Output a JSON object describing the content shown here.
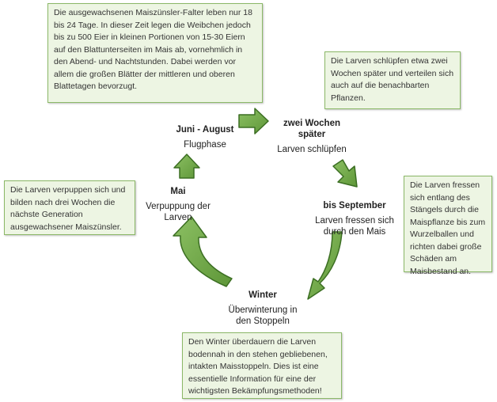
{
  "notes": {
    "top_left": "Die ausgewachsenen Maiszünsler-Falter leben nur 18 bis 24 Tage. In dieser Zeit legen die Weibchen jedoch bis zu 500 Eier in kleinen Portionen von 15-30 Eiern auf den Blattunterseiten im Mais ab, vornehmlich in den Abend- und Nachtstunden. Dabei werden vor allem die großen Blätter der mittleren und oberen Blattetagen bevorzugt.",
    "top_right": "Die Larven schlüpfen etwa zwei Wochen später und verteilen sich auch auf die benachbarten Pflanzen.",
    "right": "Die Larven fressen sich entlang des Stängels durch die Maispflanze bis zum Wurzelballen und richten dabei große Schäden am Maisbestand an.",
    "left": "Die Larven verpuppen sich und bilden nach drei Wochen die nächste Generation ausgewachsener Maiszünsler.",
    "bottom": "Den Winter überdauern die Larven bodennah in den stehen gebliebenen, intakten Maisstoppeln. Dies ist eine essentielle Information für eine der wichtigsten Bekämpfungsmethoden!"
  },
  "stages": {
    "juni": {
      "title": "Juni - August",
      "desc": "Flugphase"
    },
    "zwei": {
      "title": "zwei Wochen später",
      "desc": "Larven schlüpfen"
    },
    "september": {
      "title": "bis September",
      "desc": "Larven fressen sich durch den Mais"
    },
    "winter": {
      "title": "Winter",
      "desc": "Überwinterung in den Stoppeln"
    },
    "mai": {
      "title": "Mai",
      "desc": "Verpuppung der Larven"
    }
  },
  "colors": {
    "arrow_fill": "#73a94a",
    "arrow_stroke": "#3b6e22",
    "note_fill": "#edf5e3",
    "note_border": "#8bb867"
  }
}
